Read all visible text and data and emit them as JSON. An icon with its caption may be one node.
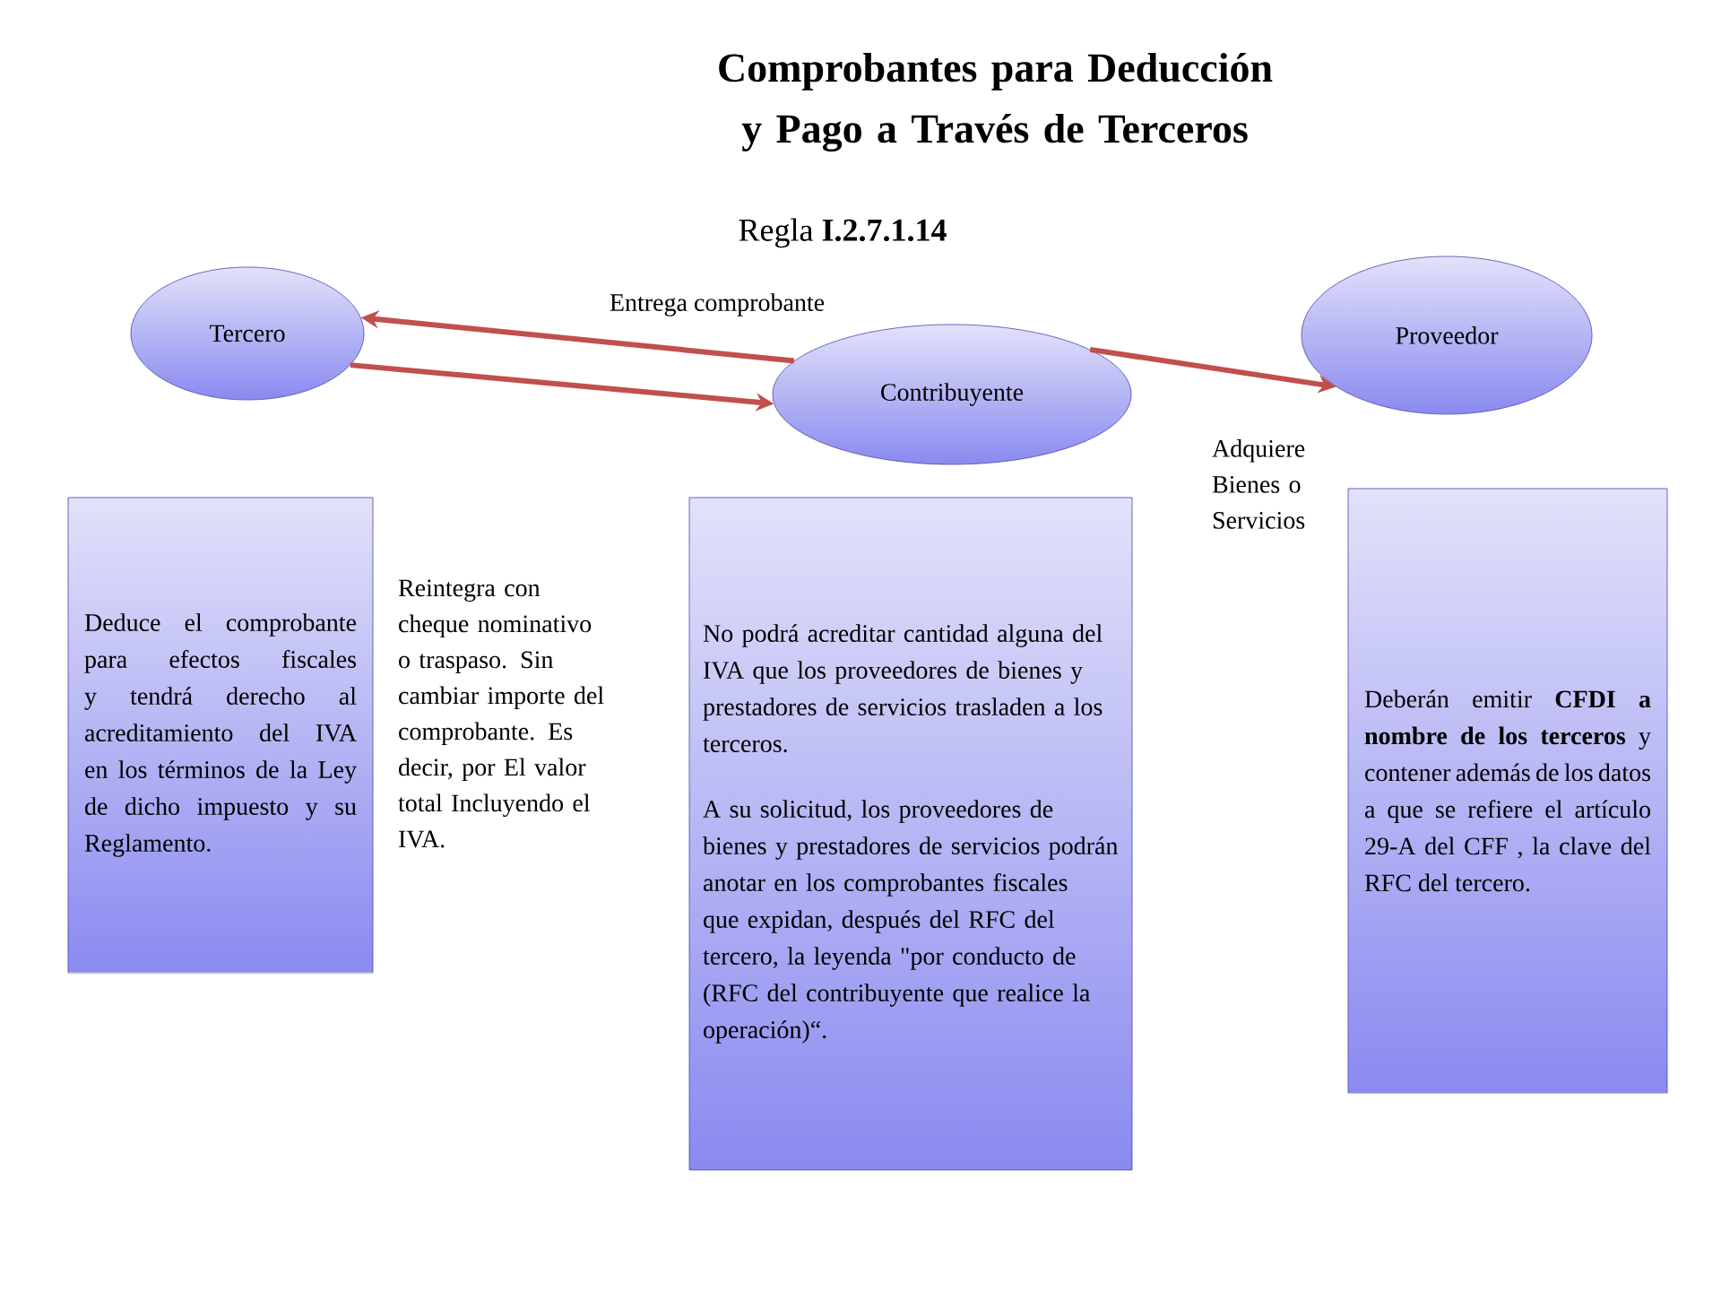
{
  "diagram": {
    "title": "Comprobantes para Deducción y Pago a Través de Terceros",
    "nodes": [
      {
        "text": [
          "Tercero"
        ]
      },
      {
        "text": [
          "Contribuyente"
        ]
      },
      {
        "text": [
          "Proveedor"
        ]
      },
      {
        "text": [
          "Deduce el comprobante para efectos fiscales y tendrá derecho al acreditamiento del IVA en los términos de la Ley de dicho impuesto y su Reglamento."
        ]
      },
      {
        "text": [
          "No podrá acreditar cantidad alguna del IVA que los proveedores de bienes y prestadores de servicios trasladen a los terceros.",
          "A su solicitud, los proveedores de bienes y prestadores de servicios podrán anotar en los comprobantes fiscales que expidan, después del RFC del tercero, la leyenda \"por conducto de (RFC del contribuyente que realice la operación)“."
        ]
      },
      {
        "text": [
          "Deberán emitir **CFDI a nombre de los terceros** y contener además de los datos a que se refiere el artículo 29-A del CFF , la clave del RFC del tercero."
        ]
      }
    ],
    "edges": [
      {
        "from": 1,
        "to": 0,
        "arrow": "to",
        "label": "Entrega comprobante"
      },
      {
        "from": 0,
        "to": 1,
        "arrow": "to"
      },
      {
        "from": 1,
        "to": 2,
        "arrow": "to",
        "label": "Adquiere Bienes o Servicios"
      }
    ],
    "labels": [
      "Regla **I.2.7.1.14**",
      "Reintegra con cheque nominativo o traspaso. Sin cambiar importe del comprobante. Es decir, por El valor total Incluyendo el IVA."
    ]
  }
}
